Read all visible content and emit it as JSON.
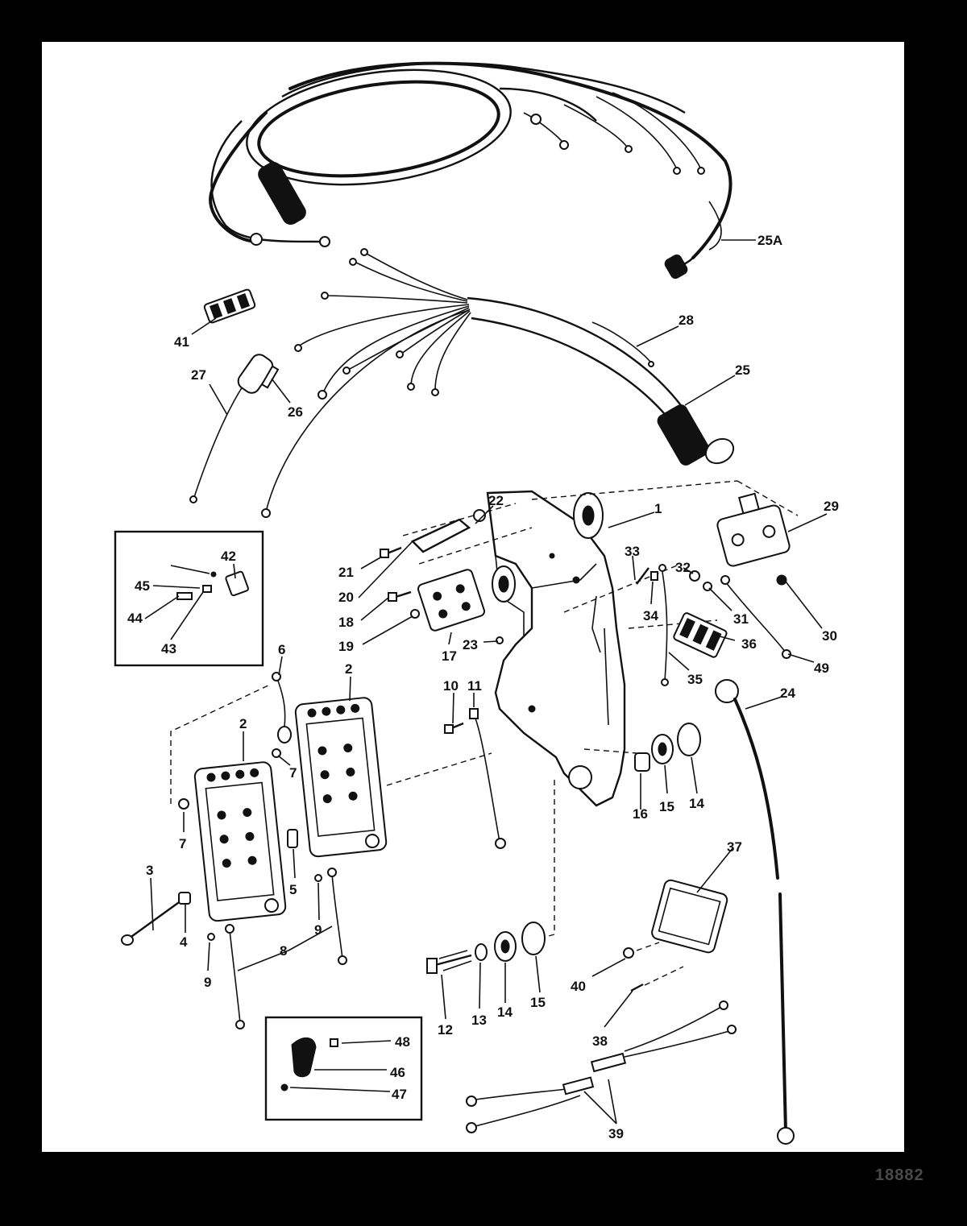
{
  "figure_number": "18882",
  "colors": {
    "page_background": "#000000",
    "diagram_background": "#ffffff",
    "ink": "#111111"
  },
  "callouts": {
    "c1": "1",
    "c2a": "2",
    "c2b": "2",
    "c3": "3",
    "c4": "4",
    "c5": "5",
    "c6": "6",
    "c7a": "7",
    "c7b": "7",
    "c8": "8",
    "c9a": "9",
    "c9b": "9",
    "c10": "10",
    "c11": "11",
    "c12": "12",
    "c13": "13",
    "c14a": "14",
    "c14b": "14",
    "c15a": "15",
    "c15b": "15",
    "c16": "16",
    "c17": "17",
    "c18": "18",
    "c19": "19",
    "c20": "20",
    "c21": "21",
    "c22": "22",
    "c23": "23",
    "c24": "24",
    "c25": "25",
    "c25a": "25A",
    "c26": "26",
    "c27": "27",
    "c28": "28",
    "c29": "29",
    "c30": "30",
    "c31": "31",
    "c32": "32",
    "c33": "33",
    "c34": "34",
    "c35": "35",
    "c36": "36",
    "c37": "37",
    "c38": "38",
    "c39": "39",
    "c40": "40",
    "c41": "41",
    "c42": "42",
    "c43": "43",
    "c44": "44",
    "c45": "45",
    "c46": "46",
    "c47": "47",
    "c48": "48",
    "c49": "49"
  }
}
